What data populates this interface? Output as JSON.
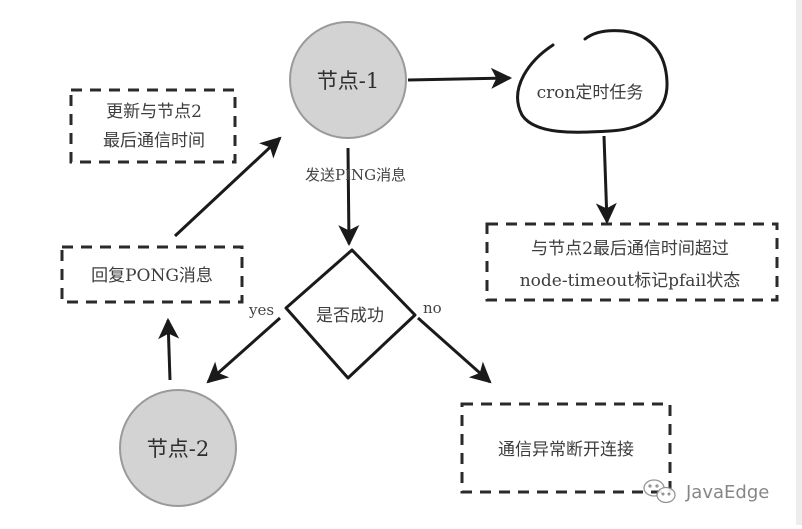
{
  "diagram": {
    "nodes": {
      "node1": {
        "label": "节点-1",
        "shape": "circle",
        "fill": "#d3d3d3"
      },
      "node2": {
        "label": "节点-2",
        "shape": "circle",
        "fill": "#d3d3d3"
      },
      "cron": {
        "label": "cron定时任务",
        "shape": "hand-drawn-ellipse"
      },
      "decision": {
        "label": "是否成功",
        "shape": "diamond"
      },
      "update_box": {
        "lines": [
          "更新与节点2",
          "最后通信时间"
        ],
        "shape": "dashed-box"
      },
      "pong_box": {
        "label": "回复PONG消息",
        "shape": "dashed-box"
      },
      "timeout_box": {
        "lines": [
          "与节点2最后通信时间超过",
          "node-timeout标记pfail状态"
        ],
        "shape": "dashed-box"
      },
      "disconnect_box": {
        "label": "通信异常断开连接",
        "shape": "dashed-box"
      }
    },
    "edges": [
      {
        "from": "node1",
        "to": "cron",
        "label": ""
      },
      {
        "from": "node1",
        "to": "decision",
        "label": "发送PING消息"
      },
      {
        "from": "cron",
        "to": "timeout_box",
        "label": ""
      },
      {
        "from": "decision",
        "to": "node2",
        "label": "yes"
      },
      {
        "from": "decision",
        "to": "disconnect_box",
        "label": "no"
      },
      {
        "from": "node2",
        "to": "pong_box",
        "label": ""
      },
      {
        "from": "pong_box",
        "to": "node1",
        "label": ""
      }
    ],
    "edge_labels": {
      "ping": "发送PING消息",
      "yes": "yes",
      "no": "no"
    }
  },
  "watermark": {
    "text": "JavaEdge",
    "icon": "wechat-icon"
  },
  "colors": {
    "stroke": "#1a1a1a",
    "node_fill": "#d3d3d3",
    "node_stroke": "#9a9a9a",
    "text": "#3a3a3a"
  }
}
